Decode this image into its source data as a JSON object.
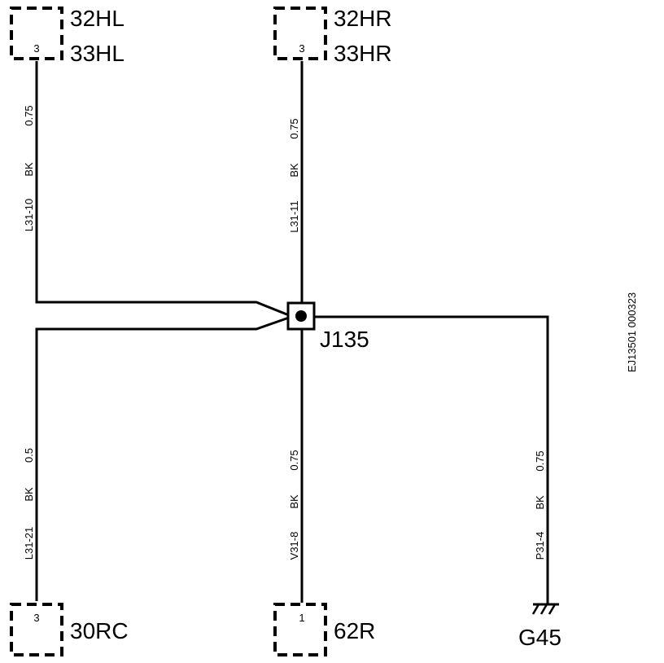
{
  "connectors": {
    "top_left": {
      "pin": "3",
      "label_line1": "32HL",
      "label_line2": "33HL"
    },
    "top_right": {
      "pin": "3",
      "label_line1": "32HR",
      "label_line2": "33HR"
    },
    "bottom_left": {
      "pin": "3",
      "label": "30RC"
    },
    "bottom_center": {
      "pin": "1",
      "label": "62R"
    }
  },
  "ground": {
    "label": "G45"
  },
  "junction": {
    "label": "J135"
  },
  "wires": {
    "w1": {
      "circuit": "L31-10",
      "color": "BK",
      "size": "0.75"
    },
    "w2": {
      "circuit": "L31-11",
      "color": "BK",
      "size": "0.75"
    },
    "w3": {
      "circuit": "L31-21",
      "color": "BK",
      "size": "0.5"
    },
    "w4": {
      "circuit": "V31-8",
      "color": "BK",
      "size": "0.75"
    },
    "w5": {
      "circuit": "P31-4",
      "color": "BK",
      "size": "0.75"
    }
  },
  "reference": "EJ13501 000323"
}
